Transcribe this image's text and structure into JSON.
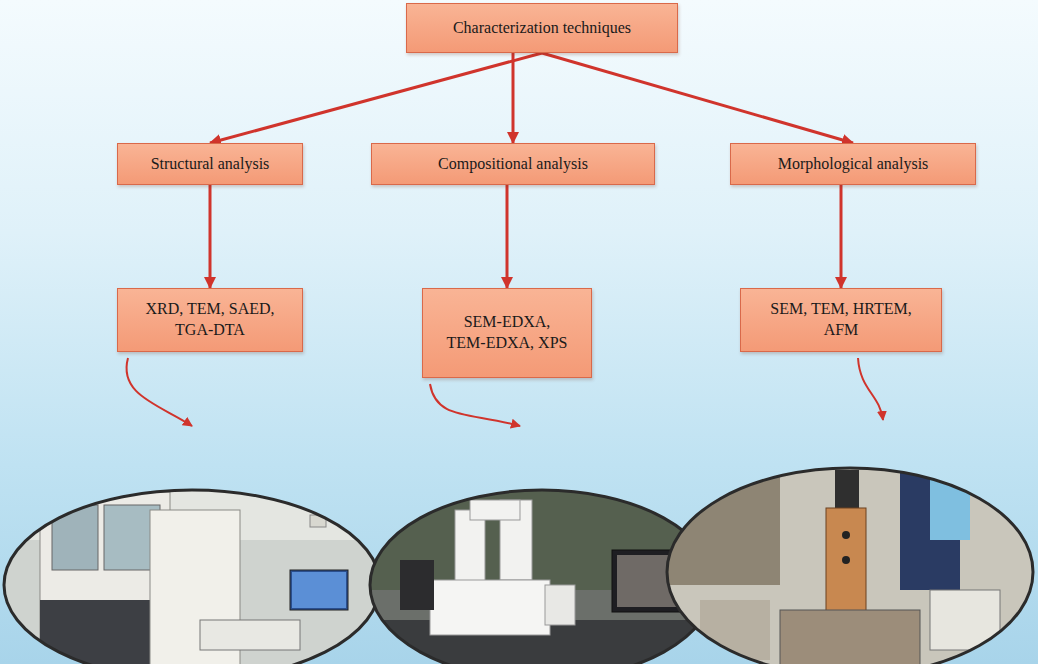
{
  "diagram": {
    "nodes": [
      {
        "text": [
          "Characterization techniques"
        ]
      },
      {
        "text": [
          "Structural analysis"
        ]
      },
      {
        "text": [
          "Compositional analysis"
        ]
      },
      {
        "text": [
          "Morphological analysis"
        ]
      },
      {
        "text": [
          "XRD, TEM, SAED, TGA-DTA"
        ]
      },
      {
        "text": [
          "SEM-EDXA, TEM-EDXA, XPS"
        ]
      },
      {
        "text": [
          "SEM, TEM, HRTEM, AFM"
        ]
      }
    ],
    "edges": [
      {
        "from": 0,
        "to": 1,
        "arrow": "to"
      },
      {
        "from": 0,
        "to": 2,
        "arrow": "to"
      },
      {
        "from": 0,
        "to": 3,
        "arrow": "to"
      },
      {
        "from": 1,
        "to": 4,
        "arrow": "to"
      },
      {
        "from": 2,
        "to": 5,
        "arrow": "to"
      },
      {
        "from": 3,
        "to": 6,
        "arrow": "to"
      }
    ]
  }
}
